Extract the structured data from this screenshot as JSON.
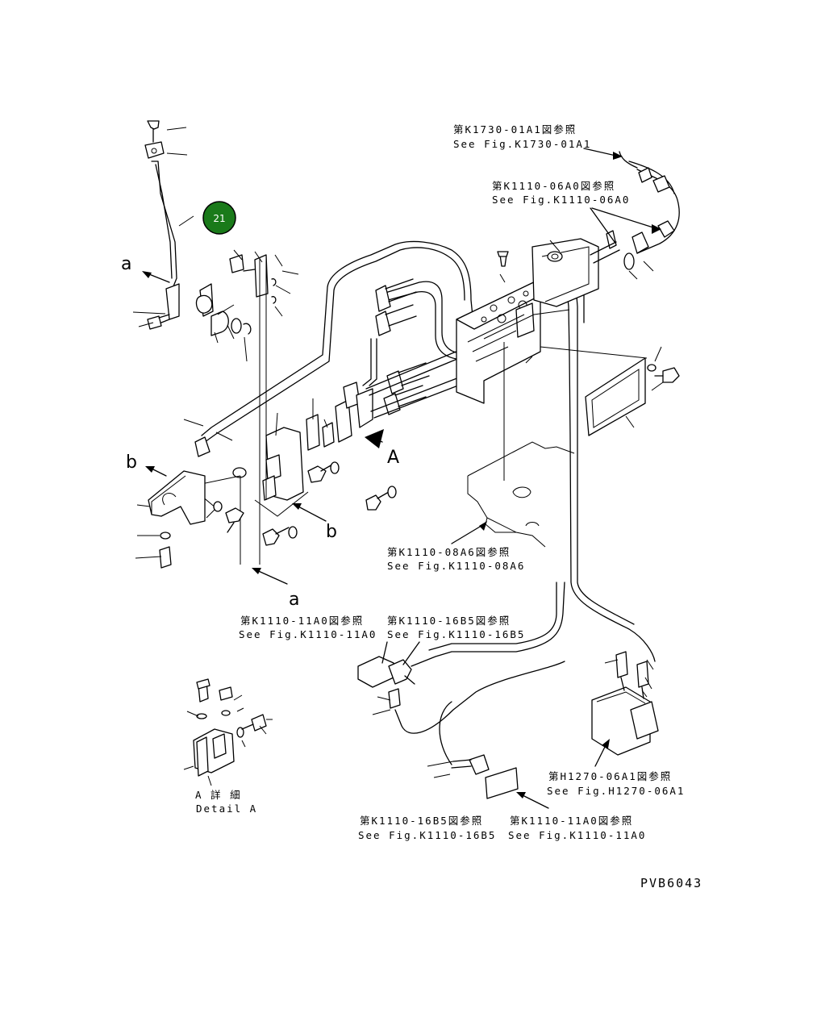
{
  "badge": {
    "number": "21",
    "color": "#1a7a1a"
  },
  "view_labels": {
    "a_top": "a",
    "a_bottom": "a",
    "b_left": "b",
    "b_bottom": "b",
    "arrow_A": "A"
  },
  "references": [
    {
      "jp": "第K1730-01A1図参照",
      "en": "See Fig.K1730-01A1"
    },
    {
      "jp": "第K1110-06A0図参照",
      "en": "See Fig.K1110-06A0"
    },
    {
      "jp": "第K1110-08A6図参照",
      "en": "See Fig.K1110-08A6"
    },
    {
      "jp": "第K1110-11A0図参照",
      "en": "See Fig.K1110-11A0"
    },
    {
      "jp": "第K1110-16B5図参照",
      "en": "See Fig.K1110-16B5"
    },
    {
      "jp": "第H1270-06A1図参照",
      "en": "See Fig.H1270-06A1"
    },
    {
      "jp": "第K1110-16B5図参照",
      "en": "See Fig.K1110-16B5"
    },
    {
      "jp": "第K1110-11A0図参照",
      "en": "See Fig.K1110-11A0"
    }
  ],
  "detail": {
    "jp": "A 詳 細",
    "en": "Detail A"
  },
  "drawing_code": "PVB6043"
}
